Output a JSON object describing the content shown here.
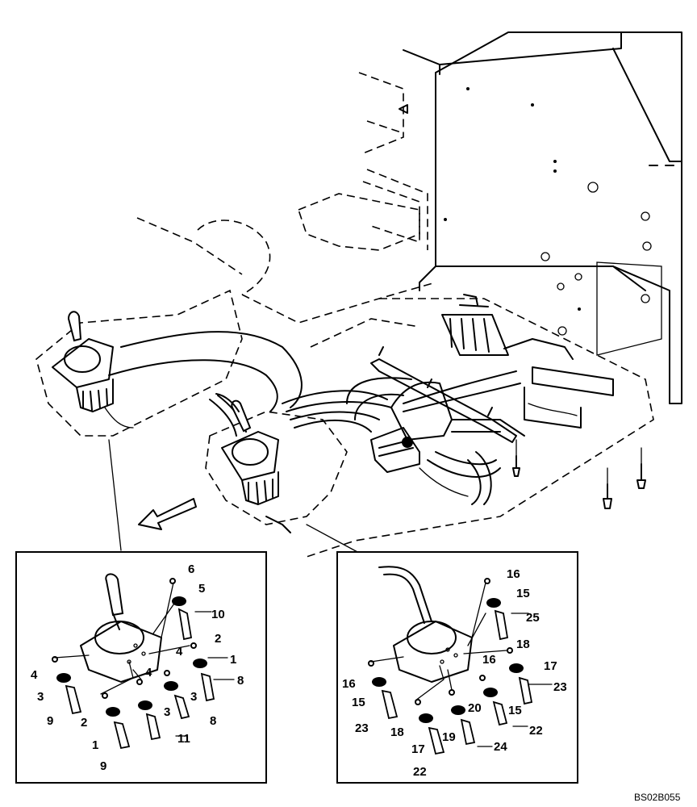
{
  "figure": {
    "code": "BS02B055"
  },
  "left_inset": {
    "callouts": [
      "6",
      "5",
      "10",
      "2",
      "4",
      "1",
      "4",
      "3",
      "8",
      "4",
      "3",
      "3",
      "2",
      "8",
      "9",
      "1",
      "11",
      "9"
    ]
  },
  "right_inset": {
    "callouts": [
      "16",
      "15",
      "25",
      "18",
      "16",
      "17",
      "16",
      "15",
      "23",
      "15",
      "18",
      "20",
      "23",
      "17",
      "19",
      "22",
      "24",
      "22"
    ]
  }
}
